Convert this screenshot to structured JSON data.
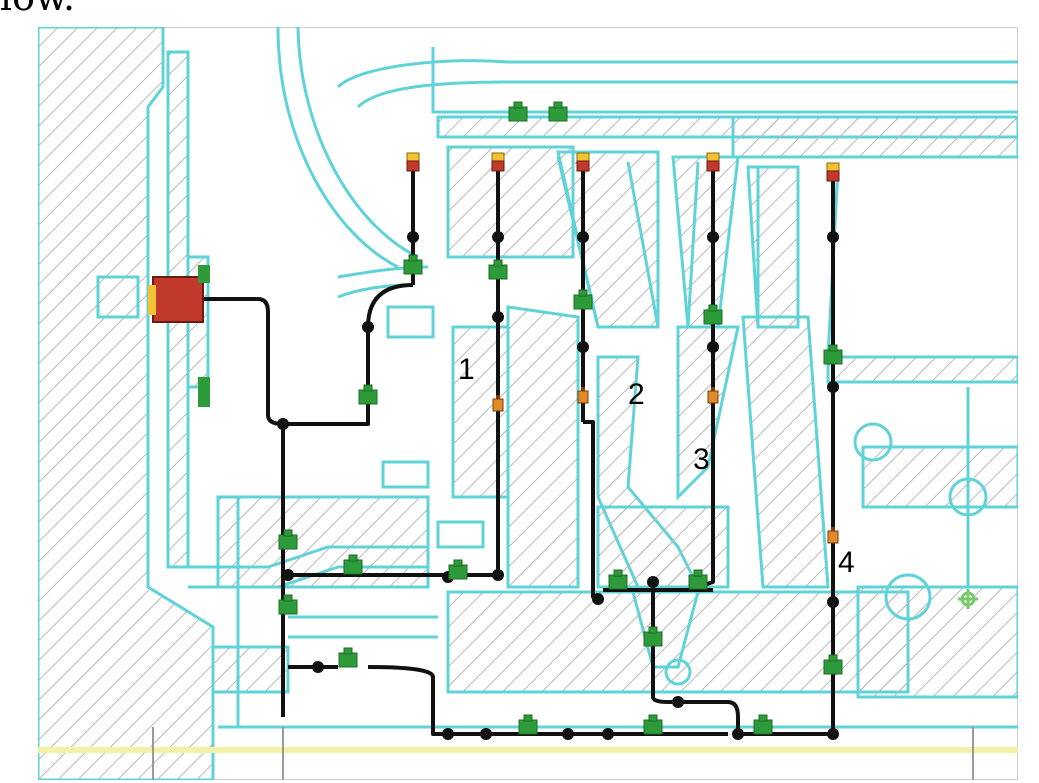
{
  "caption": "low.",
  "stages": [
    {
      "label": "1"
    },
    {
      "label": "2"
    },
    {
      "label": "3"
    },
    {
      "label": "4"
    }
  ],
  "colors": {
    "structure_outline": "#5fd3d8",
    "hatch": "#b8b8b8",
    "pipe": "#111111",
    "valve_green": "#2e9b3a",
    "valve_red": "#c0392b",
    "sensor_yellow": "#f2c230",
    "bottom_rail": "#f3f0a8"
  },
  "icons": {
    "valve": "valve-icon",
    "sensor": "sensor-icon",
    "junction": "junction-node-icon"
  }
}
